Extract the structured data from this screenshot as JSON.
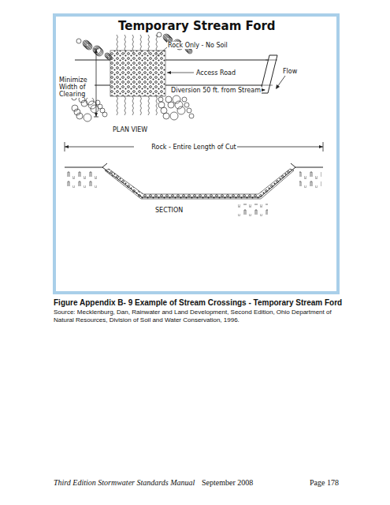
{
  "diagram": {
    "title": "Temporary Stream Ford",
    "caption": "Figure Appendix B- 9 Example of Stream Crossings - Temporary Stream Ford",
    "labels": [
      "Rock Only - No Soil",
      "Minimize Width of Clearing",
      "Access Road",
      "Flow",
      "Diversion 50 ft. from Stream",
      "PLAN VIEW",
      "Rock - Entire Length of Cut",
      "SECTION",
      "Source: Mecklenburg, Dan, Rainwater and Land Development, Second Edition, Ohio Department of Natural Resources, Division of Soil and Water Conservation, 1996.",
      "Third Edition Stormwater Standards Manual",
      "September 2008",
      "Page 178"
    ]
  }
}
